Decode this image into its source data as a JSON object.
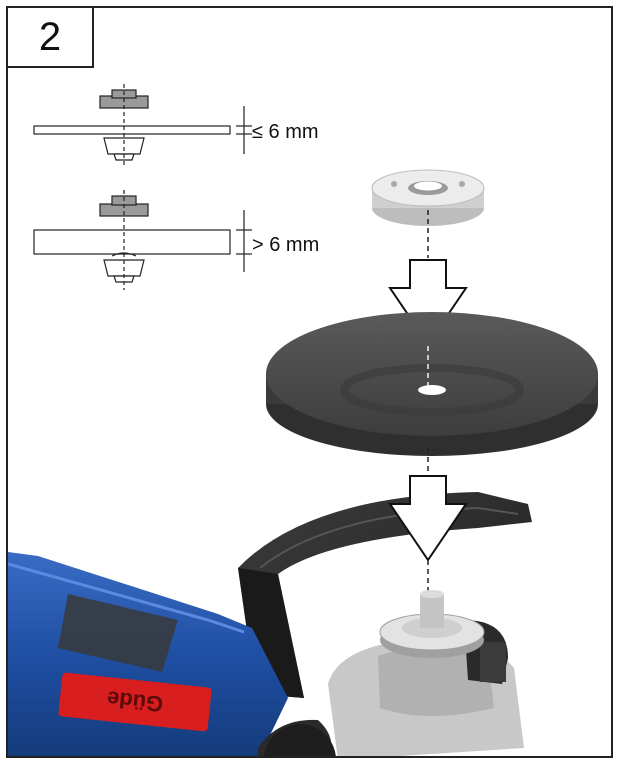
{
  "step_number": "2",
  "thin_disc_label": "≤ 6 mm",
  "thick_disc_label": "> 6 mm",
  "tool_brand_label": "Güde",
  "colors": {
    "tool_body": "#1f4fa3",
    "tool_badge": "#d81e1e",
    "disc": "#4a4a4a",
    "guard": "#2b2b2b",
    "flange": "#e6e6e6"
  }
}
